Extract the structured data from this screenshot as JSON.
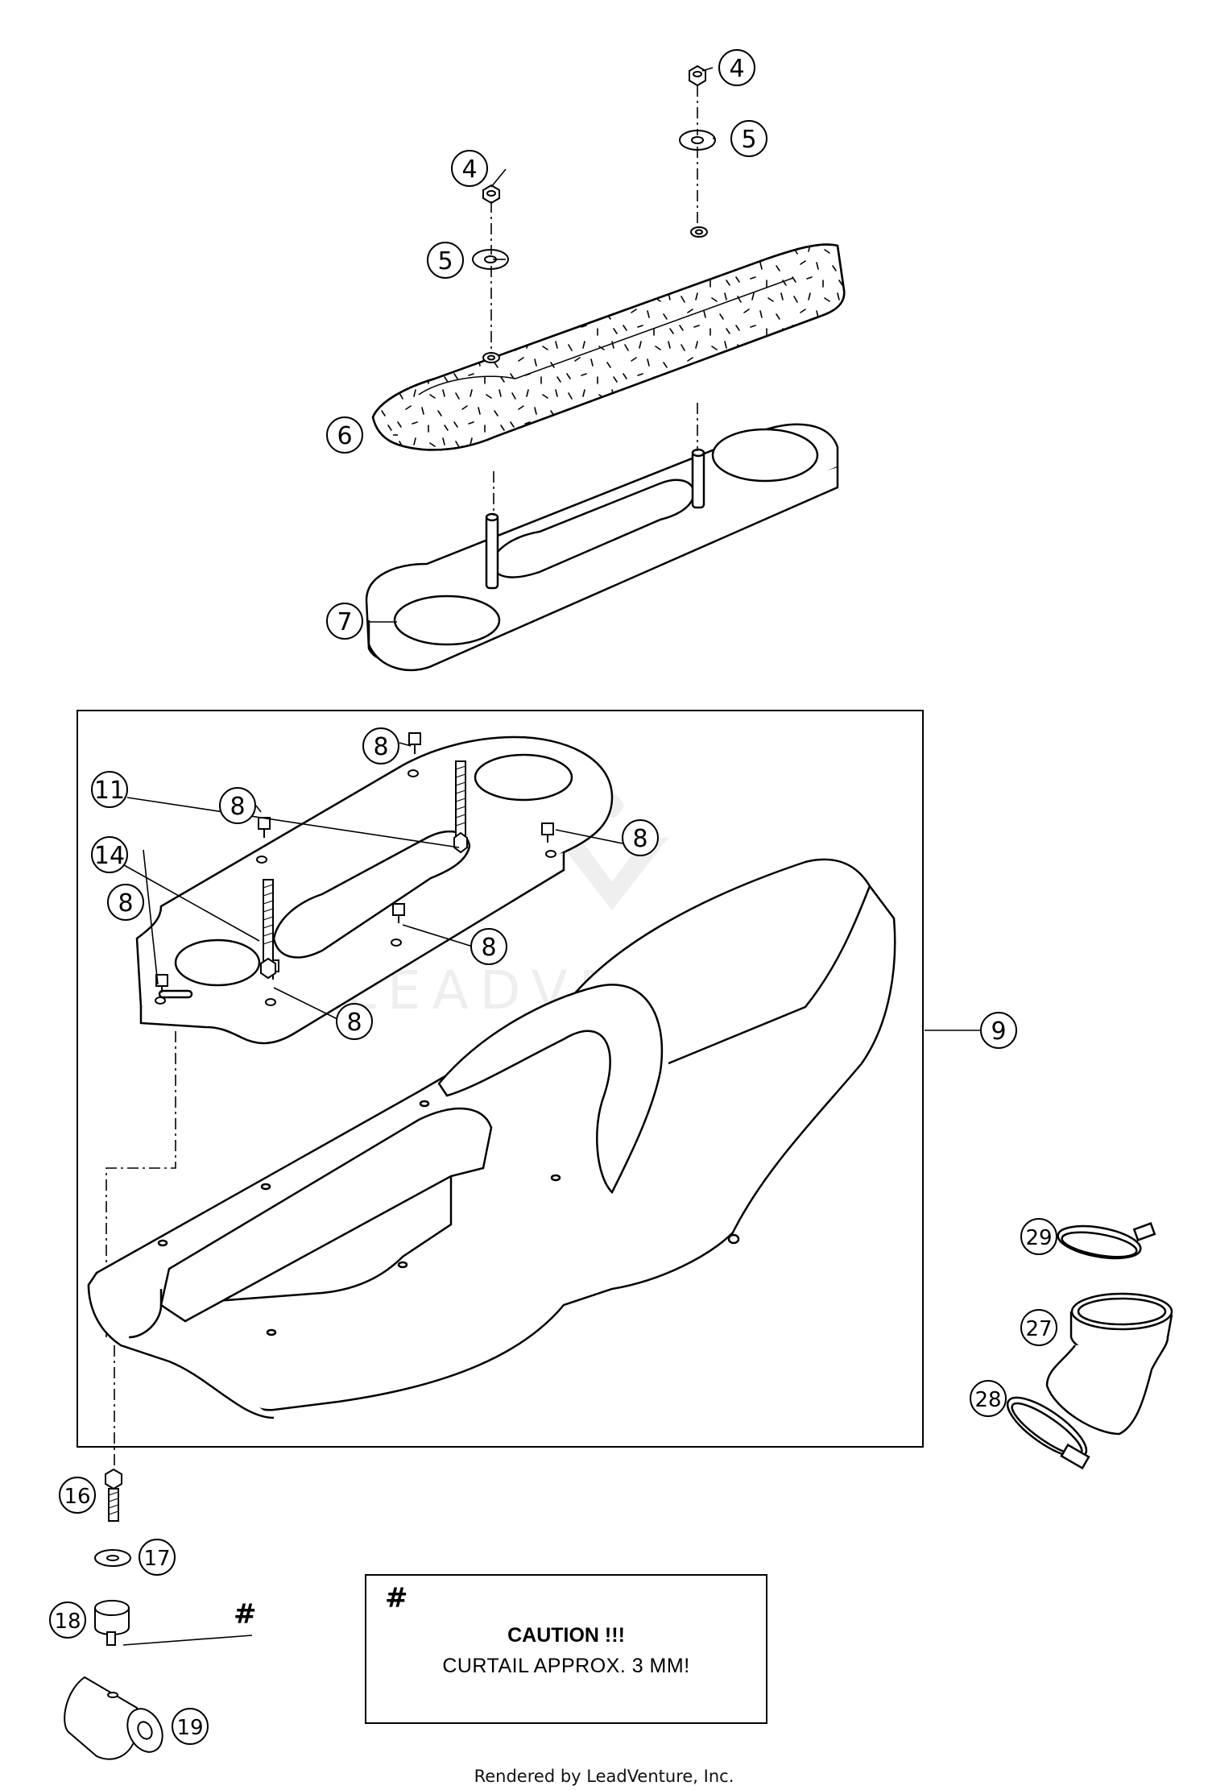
{
  "callouts": [
    {
      "id": "c4a",
      "label": "4"
    },
    {
      "id": "c5a",
      "label": "5"
    },
    {
      "id": "c4b",
      "label": "4"
    },
    {
      "id": "c5b",
      "label": "5"
    },
    {
      "id": "c6",
      "label": "6"
    },
    {
      "id": "c7",
      "label": "7"
    },
    {
      "id": "c8a",
      "label": "8"
    },
    {
      "id": "c11",
      "label": "11"
    },
    {
      "id": "c8b",
      "label": "8"
    },
    {
      "id": "c8c",
      "label": "8"
    },
    {
      "id": "c14",
      "label": "14"
    },
    {
      "id": "c8d",
      "label": "8"
    },
    {
      "id": "c8e",
      "label": "8"
    },
    {
      "id": "c8f",
      "label": "8"
    },
    {
      "id": "c9",
      "label": "9"
    },
    {
      "id": "c29",
      "label": "29"
    },
    {
      "id": "c27",
      "label": "27"
    },
    {
      "id": "c28",
      "label": "28"
    },
    {
      "id": "c16",
      "label": "16"
    },
    {
      "id": "c17",
      "label": "17"
    },
    {
      "id": "c18",
      "label": "18"
    },
    {
      "id": "c19",
      "label": "19"
    }
  ],
  "hash_marker": "#",
  "caution": {
    "marker": "#",
    "title": "CAUTION !!!",
    "text": "CURTAIL APPROX. 3 MM!"
  },
  "watermark": "LEADVENTURE",
  "footer": "Rendered by LeadVenture, Inc."
}
